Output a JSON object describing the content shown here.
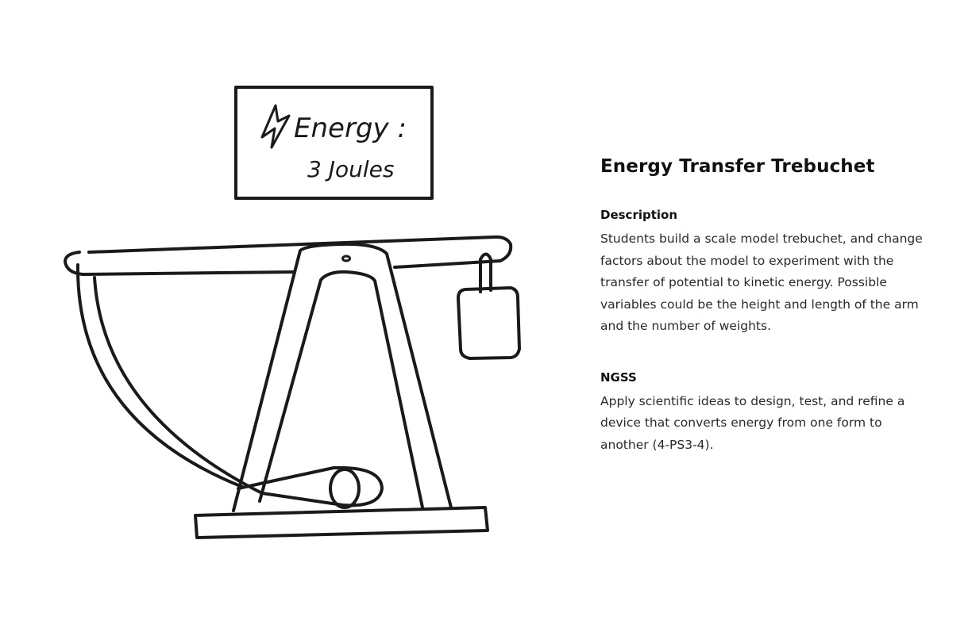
{
  "illustration": {
    "energy_label": "Energy :",
    "energy_value": "3 Joules"
  },
  "info": {
    "title": "Energy Transfer Trebuchet",
    "description_heading": "Description",
    "description_text": "Students build a scale model trebuchet, and change factors about the model to experiment with the transfer of potential to kinetic energy. Possible variables could be the height and length of the arm and the number of weights.",
    "ngss_heading": "NGSS",
    "ngss_text": "Apply scientific ideas to design, test, and refine a device that converts energy from one form to another (4-PS3-4)."
  }
}
